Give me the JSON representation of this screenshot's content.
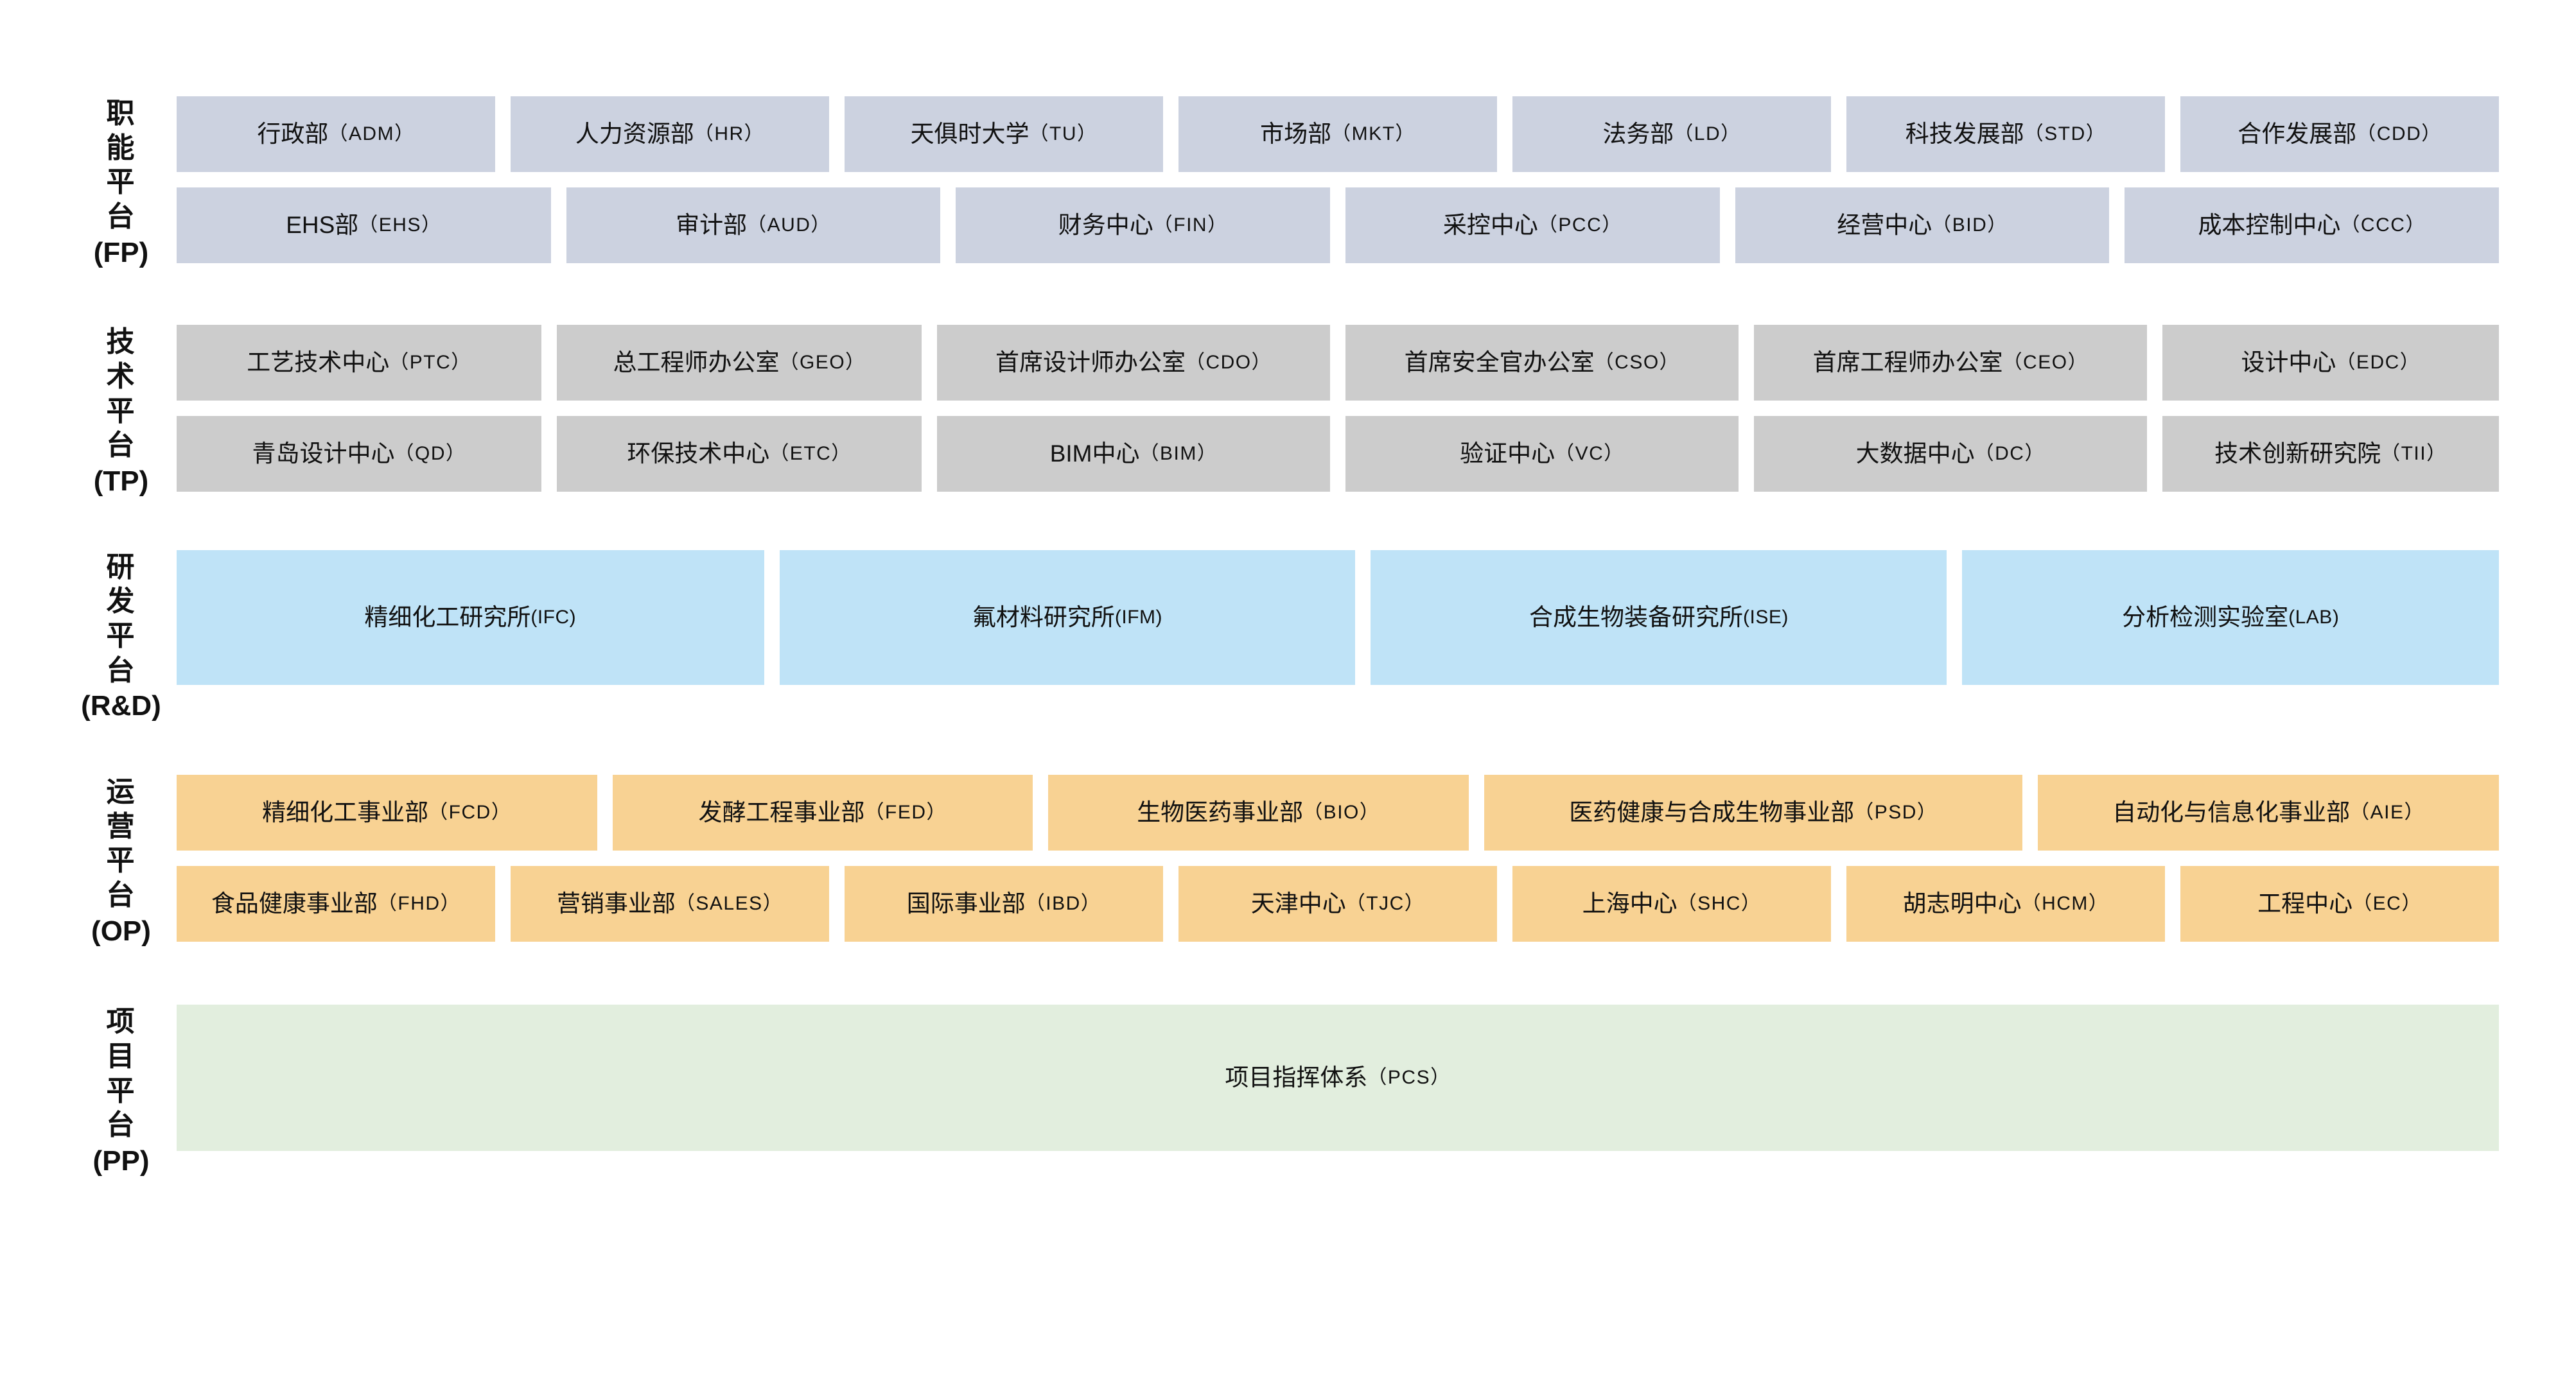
{
  "diagram": {
    "type": "organizational-platform-matrix",
    "colors": {
      "functional_platform": "#ccd2e0",
      "technical_platform": "#cccccc",
      "rd_platform": "#bfe3f7",
      "operation_platform": "#f8d293",
      "project_platform": "#e2eede",
      "text": "#111111",
      "background": "#ffffff"
    },
    "bands": [
      {
        "id": "FP",
        "label_cn": "职能平台",
        "label_en": "(FP)",
        "color_key": "functional_platform",
        "rows": [
          [
            {
              "name": "行政部",
              "abbr": "（ADM）",
              "flex": 1
            },
            {
              "name": "人力资源部",
              "abbr": "（HR）",
              "flex": 1
            },
            {
              "name": "天俱时大学",
              "abbr": "（TU）",
              "flex": 1
            },
            {
              "name": "市场部",
              "abbr": "（MKT）",
              "flex": 1
            },
            {
              "name": "法务部",
              "abbr": "（LD）",
              "flex": 1
            },
            {
              "name": "科技发展部",
              "abbr": "（STD）",
              "flex": 1
            },
            {
              "name": "合作发展部",
              "abbr": "（CDD）",
              "flex": 1
            }
          ],
          [
            {
              "name": "EHS部",
              "abbr": "（EHS）",
              "flex": 1
            },
            {
              "name": "审计部",
              "abbr": "（AUD）",
              "flex": 1
            },
            {
              "name": "财务中心",
              "abbr": "（FIN）",
              "flex": 1
            },
            {
              "name": "采控中心",
              "abbr": "（PCC）",
              "flex": 1
            },
            {
              "name": "经营中心",
              "abbr": "（BID）",
              "flex": 1
            },
            {
              "name": "成本控制中心",
              "abbr": "（CCC）",
              "flex": 1
            }
          ]
        ]
      },
      {
        "id": "TP",
        "label_cn": "技术平台",
        "label_en": "(TP)",
        "color_key": "technical_platform",
        "rows": [
          [
            {
              "name": "工艺技术中心",
              "abbr": "（PTC）",
              "flex": 1
            },
            {
              "name": "总工程师办公室",
              "abbr": "（GEO）",
              "flex": 1
            },
            {
              "name": "首席设计师办公室",
              "abbr": "（CDO）",
              "flex": 1.08
            },
            {
              "name": "首席安全官办公室",
              "abbr": "（CSO）",
              "flex": 1.08
            },
            {
              "name": "首席工程师办公室",
              "abbr": "（CEO）",
              "flex": 1.08
            },
            {
              "name": "设计中心",
              "abbr": "（EDC）",
              "flex": 0.92
            }
          ],
          [
            {
              "name": "青岛设计中心",
              "abbr": "（QD）",
              "flex": 1
            },
            {
              "name": "环保技术中心",
              "abbr": "（ETC）",
              "flex": 1
            },
            {
              "name": "BIM中心",
              "abbr": "（BIM）",
              "flex": 1.08
            },
            {
              "name": "验证中心",
              "abbr": "（VC）",
              "flex": 1.08
            },
            {
              "name": "大数据中心",
              "abbr": "（DC）",
              "flex": 1.08
            },
            {
              "name": "技术创新研究院",
              "abbr": "（TII）",
              "flex": 0.92
            }
          ]
        ]
      },
      {
        "id": "RD",
        "label_cn": "研发平台",
        "label_en": "(R&D)",
        "color_key": "rd_platform",
        "rows": [
          [
            {
              "name": "精细化工研究所",
              "abbr": "(IFC)",
              "flex": 1.02,
              "tight": true
            },
            {
              "name": "氟材料研究所",
              "abbr": "(IFM)",
              "flex": 1.0,
              "tight": true
            },
            {
              "name": "合成生物装备研究所",
              "abbr": "(ISE)",
              "flex": 1.0,
              "tight": true
            },
            {
              "name": "分析检测实验室",
              "abbr": "(LAB)",
              "flex": 0.93,
              "tight": true
            }
          ]
        ]
      },
      {
        "id": "OP",
        "label_cn": "运营平台",
        "label_en": "(OP)",
        "color_key": "operation_platform",
        "rows": [
          [
            {
              "name": "精细化工事业部",
              "abbr": "（FCD）",
              "flex": 1
            },
            {
              "name": "发酵工程事业部",
              "abbr": "（FED）",
              "flex": 1
            },
            {
              "name": "生物医药事业部",
              "abbr": "（BIO）",
              "flex": 1
            },
            {
              "name": "医药健康与合成生物事业部",
              "abbr": "（PSD）",
              "flex": 1.29
            },
            {
              "name": "自动化与信息化事业部",
              "abbr": "（AIE）",
              "flex": 1.1
            }
          ],
          [
            {
              "name": "食品健康事业部",
              "abbr": "（FHD）",
              "flex": 1
            },
            {
              "name": "营销事业部",
              "abbr": "（SALES）",
              "flex": 1
            },
            {
              "name": "国际事业部",
              "abbr": "（IBD）",
              "flex": 1
            },
            {
              "name": "天津中心",
              "abbr": "（TJC）",
              "flex": 1
            },
            {
              "name": "上海中心",
              "abbr": "（SHC）",
              "flex": 1
            },
            {
              "name": "胡志明中心",
              "abbr": "（HCM）",
              "flex": 1
            },
            {
              "name": "工程中心",
              "abbr": "（EC）",
              "flex": 1
            }
          ]
        ]
      },
      {
        "id": "PP",
        "label_cn": "项目平台",
        "label_en": "(PP)",
        "color_key": "project_platform",
        "rows": [
          [
            {
              "name": "项目指挥体系",
              "abbr": "（PCS）",
              "flex": 1
            }
          ]
        ]
      }
    ]
  }
}
